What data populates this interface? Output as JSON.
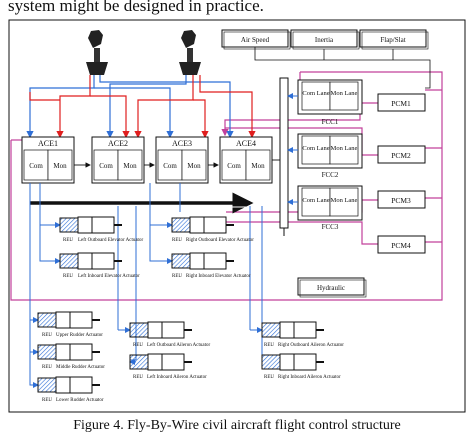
{
  "intro_text": "system might be designed in practice.",
  "caption": "Figure 4.    Fly-By-Wire civil aircraft flight control structure",
  "colors": {
    "blue": "#2f6fd6",
    "red": "#e01e1e",
    "magenta": "#c2409b",
    "black": "#111111"
  },
  "sensors": [
    "Air Speed",
    "Inertia",
    "Flap/Slat"
  ],
  "acu": [
    "ACE1",
    "ACE2",
    "ACE3",
    "ACE4"
  ],
  "channel_labels": {
    "com": "Com",
    "mon": "Mon",
    "com_lane": "Com Lane",
    "mon_lane": "Mon Lane"
  },
  "fcc": [
    "FCC1",
    "FCC2",
    "FCC3"
  ],
  "pcm": [
    "PCM1",
    "PCM2",
    "PCM3",
    "PCM4"
  ],
  "hydraulic": "Hydraulic",
  "actuators": {
    "left_outboard_elevator": {
      "code": "REU",
      "label": "Left Outboard Elevator Actuator"
    },
    "right_outboard_elevator": {
      "code": "REU",
      "label": "Right Outboard Elevator Actuator"
    },
    "left_elevator": {
      "code": "REU",
      "label": "Left Inboard Elevator Actuator"
    },
    "right_elevator": {
      "code": "REU",
      "label": "Right Inboard Elevator Actuator"
    },
    "upper_rudder": {
      "code": "REU",
      "label": "Upper Rudder Actuator"
    },
    "middle_rudder": {
      "code": "REU",
      "label": "Middle Rudder Actuator"
    },
    "lower_rudder": {
      "code": "REU",
      "label": "Lower Rudder Actuator"
    },
    "left_outboard_aileron": {
      "code": "REU",
      "label": "Left Outboard Aileron Actuator"
    },
    "right_outboard_aileron": {
      "code": "REU",
      "label": "Right Outboard Aileron Actuator"
    },
    "left_inboard_aileron": {
      "code": "REU",
      "label": "Left Inboard Aileron Actuator"
    },
    "right_inboard_aileron": {
      "code": "REU",
      "label": "Right Inboard Aileron Actuator"
    }
  }
}
